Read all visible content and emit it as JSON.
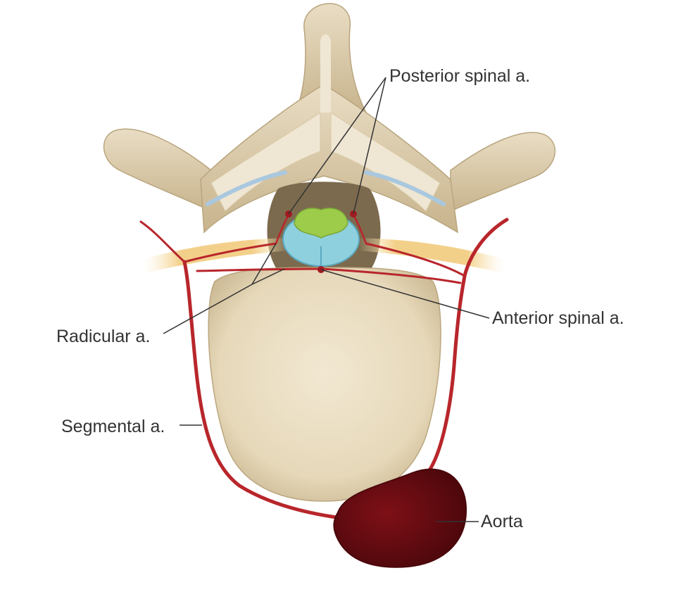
{
  "labels": {
    "posterior_spinal": "Posterior spinal a.",
    "anterior_spinal": "Anterior spinal a.",
    "radicular": "Radicular a.",
    "segmental": "Segmental a.",
    "aorta": "Aorta"
  },
  "colors": {
    "bone": "#e8dcc2",
    "bone_shadow": "#c9b896",
    "cancellous": "#efe6d3",
    "cartilage": "#b8d3e6",
    "artery": "#b8262b",
    "aorta": "#6b0d12",
    "nerve": "#f3d08a",
    "spinal_cord": "#8fd0de",
    "dorsal_horn": "#9ccc4a",
    "leader": "#333333"
  }
}
